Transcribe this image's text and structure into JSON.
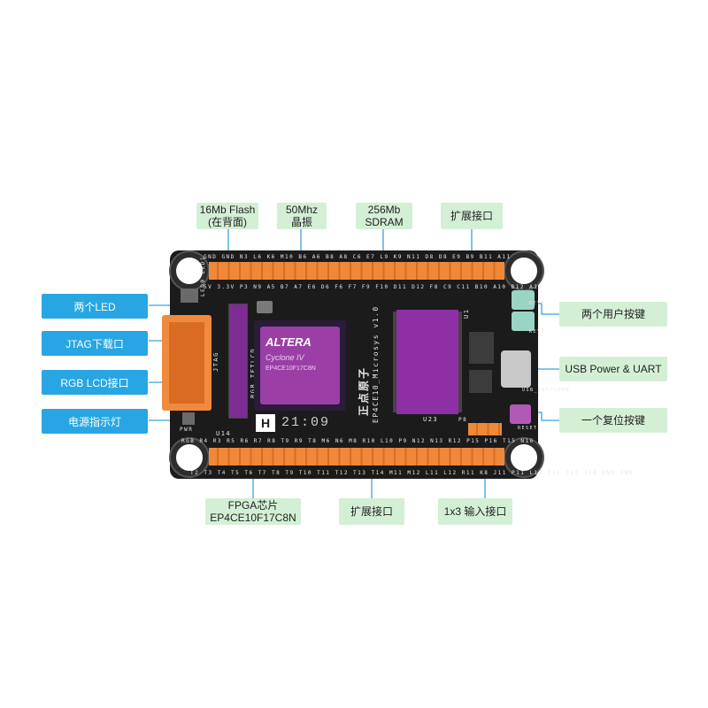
{
  "top_labels": [
    "16Mb Flash\n(在背面)",
    "50Mhz\n晶振",
    "256Mb\nSDRAM",
    "扩展接口"
  ],
  "left_labels": [
    "两个LED",
    "JTAG下载口",
    "RGB LCD接口",
    "电源指示灯"
  ],
  "right_labels": [
    "两个用户按键",
    "USB Power & UART",
    "一个复位按键"
  ],
  "bottom_labels": [
    "FPGA芯片\nEP4CE10F17C8N",
    "扩展接口",
    "1x3 输入接口"
  ],
  "board": {
    "brand": "正点原子",
    "model": "EP4CE10_Microsys v1.0",
    "fpga_brand": "ALTERA",
    "fpga_family": "Cyclone IV",
    "fpga_part": "EP4CE10F17C8N",
    "logo_text": "21:09",
    "silk_top": "GND GND N3 L6 K6 M10 B6 A6 B8 A8 C6 E7 L9 K9 N11 D8 D8 E9 B9 B11 A11",
    "silk_top2": "5V 3.3V P3 N9 A5 B7 A7 E6 D6 F6 F7 F9 F10 D11 D12 F8 C9 C11 B10 A10 B12 A12",
    "silk_bottom": "RGB R4 R3 R5 R6 R7 R8 T9 R9 T8 M6 N6 M8 R10 L10 P9 N12 N13 R12 P15 P16 T15 N16",
    "silk_bottom2": "T2 T3 T4 T5 T6 T7 T8 T9 T10 T11 T12 T13 T14 M11 M12 L11 L12 R11 K8 J11 P11 L13 T11 T12 T14 GND GND",
    "ref_u14": "U14",
    "ref_jtag": "JTAG",
    "ref_lcd": "RGB_TFTLCD",
    "ref_u1": "U1",
    "ref_u23": "U23",
    "ref_key0": "KEY0",
    "ref_key1": "KEY1",
    "ref_usb": "USB_UART&PWR",
    "ref_reset": "RESET",
    "ref_pwr": "PWR",
    "ref_p8": "P8",
    "ref_p1": "5V 3.3V",
    "ref_led": "LED0 LED1"
  },
  "colors": {
    "label_bg": "#d3f0d5",
    "left_label_bg": "#27a6e3",
    "leader_line": "#3aa0e0",
    "board": "#1b1b1b",
    "pin_header": "#f0883a",
    "chip": "#9b3fa6"
  }
}
